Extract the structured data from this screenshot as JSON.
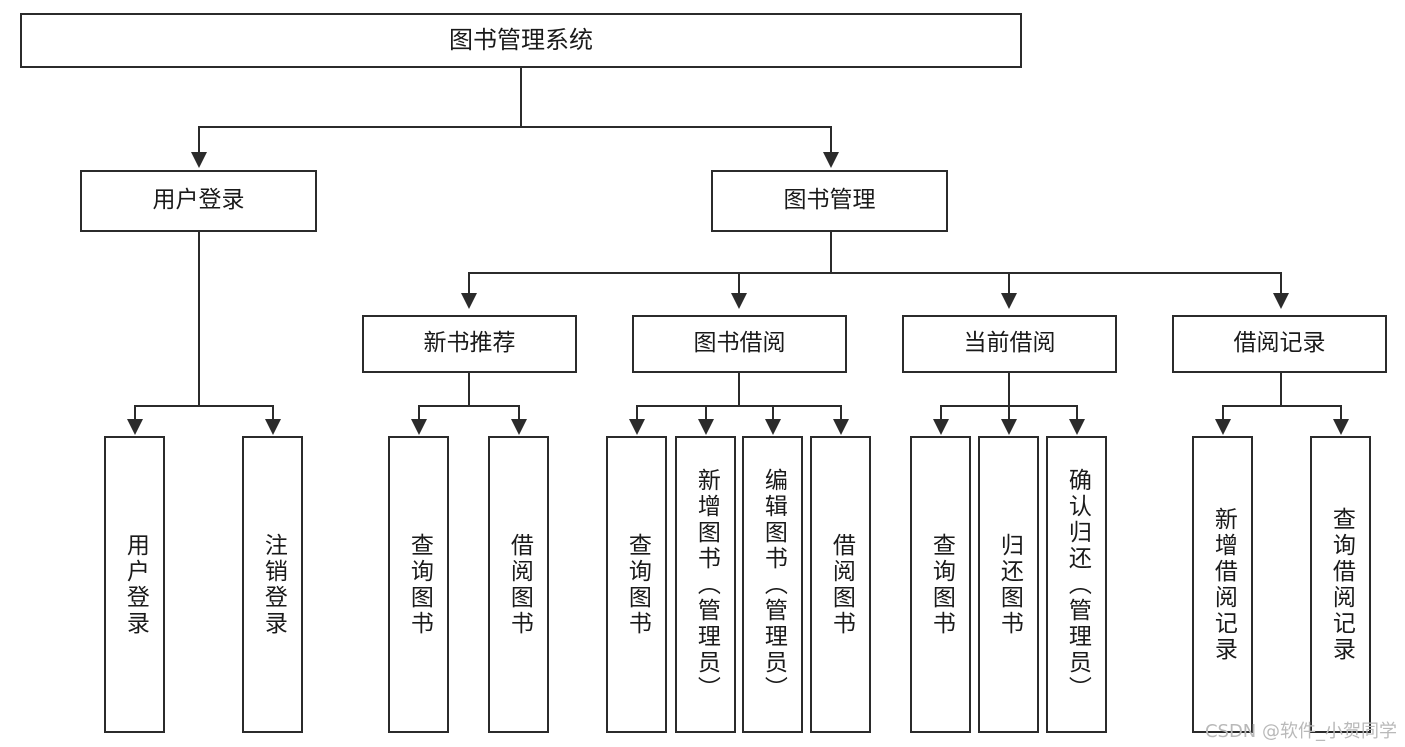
{
  "diagram": {
    "type": "tree",
    "title": "图书管理系统",
    "orientation": "top-down",
    "colors": {
      "box_border": "#2b2b2b",
      "box_fill": "#ffffff",
      "connector": "#2b2b2b",
      "text": "#1a1a1a",
      "watermark": "#b9b9b9",
      "background": "#ffffff"
    },
    "root": {
      "label": "图书管理系统"
    },
    "level2": [
      {
        "label": "用户登录"
      },
      {
        "label": "图书管理"
      }
    ],
    "level3": [
      {
        "label": "新书推荐"
      },
      {
        "label": "图书借阅"
      },
      {
        "label": "当前借阅"
      },
      {
        "label": "借阅记录"
      }
    ],
    "leaves": {
      "user_login": [
        {
          "label": "用户登录"
        },
        {
          "label": "注销登录"
        }
      ],
      "new_book_recommend": [
        {
          "label": "查询图书"
        },
        {
          "label": "借阅图书"
        }
      ],
      "book_borrow": [
        {
          "label": "查询图书"
        },
        {
          "label": "新增图书（管理员）"
        },
        {
          "label": "编辑图书（管理员）"
        },
        {
          "label": "借阅图书"
        }
      ],
      "current_borrow": [
        {
          "label": "查询图书"
        },
        {
          "label": "归还图书"
        },
        {
          "label": "确认归还（管理员）"
        }
      ],
      "borrow_record": [
        {
          "label": "新增借阅记录"
        },
        {
          "label": "查询借阅记录"
        }
      ]
    }
  },
  "watermark": {
    "text": "CSDN @软件_小贺同学"
  }
}
